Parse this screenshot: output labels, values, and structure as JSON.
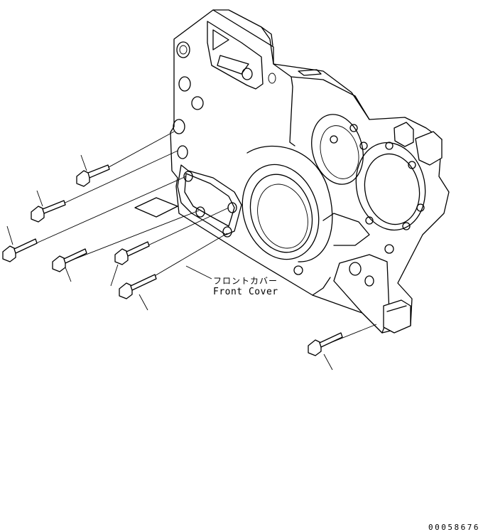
{
  "labels": {
    "part_name_jp": "フロントカバー",
    "part_name_en": "Front Cover"
  },
  "figure_number": "00058676",
  "icons": [
    "front-cover-housing",
    "bolt"
  ]
}
